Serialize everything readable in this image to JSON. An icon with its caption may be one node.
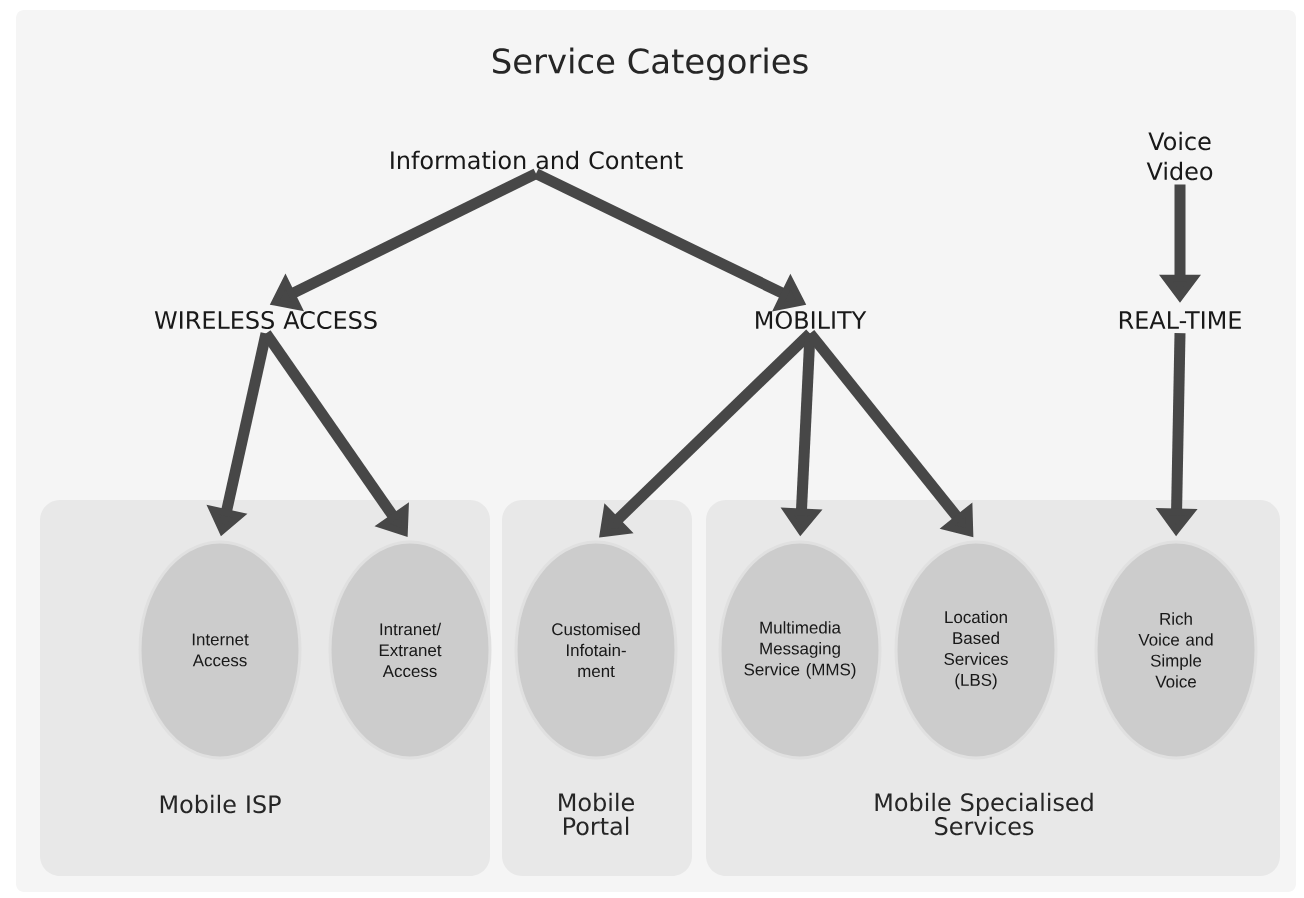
{
  "diagram": {
    "title": "Service Categories",
    "nodes": [
      {
        "text": [
          "Information and Content"
        ]
      },
      {
        "text": [
          "WIRELESS ACCESS"
        ]
      },
      {
        "text": [
          "MOBILITY"
        ]
      },
      {
        "text": [
          "Voice Video"
        ]
      },
      {
        "text": [
          "REAL-TIME"
        ]
      },
      {
        "text": [
          "Mobile ISP"
        ]
      },
      {
        "text": [
          "Internet Access"
        ],
        "in": 5
      },
      {
        "text": [
          "Intranet/ Extranet Access"
        ],
        "in": 5
      },
      {
        "text": [
          "Mobile Portal"
        ]
      },
      {
        "text": [
          "Customised Infotain- ment"
        ],
        "in": 8
      },
      {
        "text": [
          "Mobile Specialised Services"
        ]
      },
      {
        "text": [
          "Multimedia Messaging Service (MMS)"
        ],
        "in": 10
      },
      {
        "text": [
          "Location Based Services (LBS)"
        ],
        "in": 10
      },
      {
        "text": [
          "Rich Voice and Simple Voice"
        ],
        "in": 10
      }
    ],
    "edges": [
      {
        "from": 0,
        "to": 1,
        "arrow": "to"
      },
      {
        "from": 0,
        "to": 2,
        "arrow": "to"
      },
      {
        "from": 3,
        "to": 4,
        "arrow": "to"
      },
      {
        "from": 1,
        "to": 6,
        "arrow": "to"
      },
      {
        "from": 1,
        "to": 7,
        "arrow": "to"
      },
      {
        "from": 2,
        "to": 9,
        "arrow": "to"
      },
      {
        "from": 2,
        "to": 11,
        "arrow": "to"
      },
      {
        "from": 2,
        "to": 12,
        "arrow": "to"
      },
      {
        "from": 4,
        "to": 13,
        "arrow": "to"
      }
    ]
  }
}
